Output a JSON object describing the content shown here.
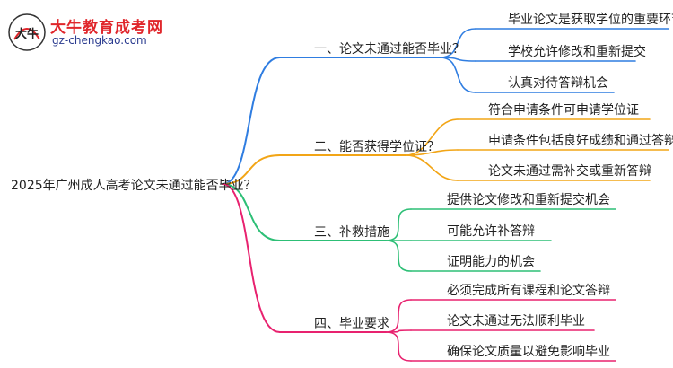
{
  "logo": {
    "badge_text": "大牛",
    "name": "大牛教育成考网",
    "url": "gz-chengkao.com"
  },
  "root": "2025年广州成人高考论文未通过能否毕业？",
  "branches": [
    {
      "label": "一、论文未通过能否毕业？",
      "color": "#2f7de1",
      "leaves": [
        "毕业论文是获取学位的重要环节",
        "学校允许修改和重新提交",
        "认真对待答辩机会"
      ]
    },
    {
      "label": "二、能否获得学位证？",
      "color": "#f2a516",
      "leaves": [
        "符合申请条件可申请学位证",
        "申请条件包括良好成绩和通过答辩",
        "论文未通过需补交或重新答辩"
      ]
    },
    {
      "label": "三、补救措施",
      "color": "#2dbf76",
      "leaves": [
        "提供论文修改和重新提交机会",
        "可能允许补答辩",
        "证明能力的机会"
      ]
    },
    {
      "label": "四、毕业要求",
      "color": "#e8226f",
      "leaves": [
        "必须完成所有课程和论文答辩",
        "论文未通过无法顺利毕业",
        "确保论文质量以避免影响毕业"
      ]
    }
  ]
}
